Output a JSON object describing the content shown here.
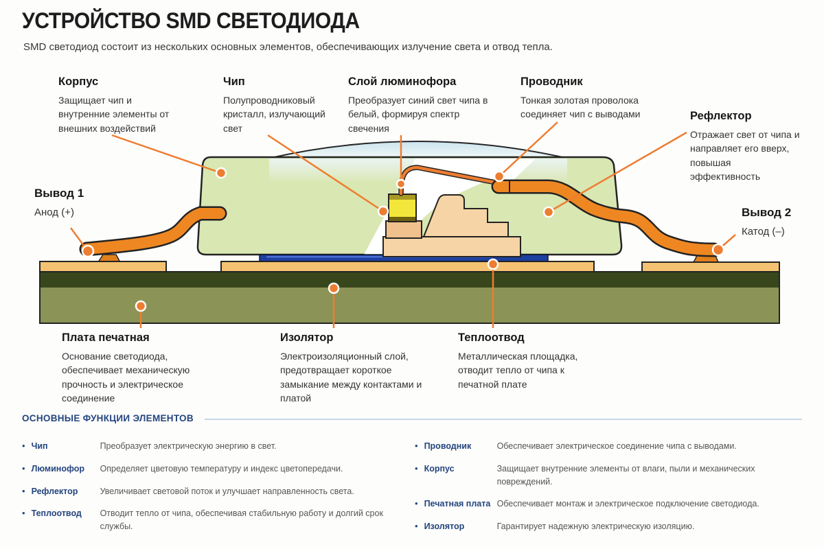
{
  "header": {
    "title": "УСТРОЙСТВО SMD СВЕТОДИОДА",
    "subtitle": "SMD светодиод состоит из нескольких основных элементов, обеспечивающих излучение света и отвод тепла."
  },
  "callouts": [
    {
      "id": "korpus",
      "title": "Корпус",
      "desc": "Защищает чип и внутренние элементы от внешних воздействий"
    },
    {
      "id": "chip",
      "title": "Чип",
      "desc": "Полупроводниковый кристалл, излучающий свет"
    },
    {
      "id": "phosphor",
      "title": "Слой люминофора",
      "desc": "Преобразует синий свет чипа в белый, формируя спектр свечения"
    },
    {
      "id": "wire",
      "title": "Проводник",
      "desc": "Тонкая золотая проволока соединяет чип с выводами"
    },
    {
      "id": "reflector",
      "title": "Рефлектор",
      "desc": "Отражает свет от чипа и направляет его вверх, повышая эффективность"
    },
    {
      "id": "lead1",
      "title": "Вывод 1",
      "desc": "Анод (+)"
    },
    {
      "id": "lead2",
      "title": "Вывод 2",
      "desc": "Катод (–)"
    },
    {
      "id": "pcb",
      "title": "Плата печатная",
      "desc": "Основание светодиода, обеспечивает механическую прочность и электрическое соединение"
    },
    {
      "id": "insulator",
      "title": "Изолятор",
      "desc": "Электроизоляционный слой, предотвращает короткое замыкание между контактами и платой"
    },
    {
      "id": "heatsink",
      "title": "Теплоотвод",
      "desc": "Металлическая площадка, отводит тепло от чипа к печатной плате"
    }
  ],
  "functions_section": {
    "heading": "ОСНОВНЫЕ ФУНКЦИИ ЭЛЕМЕНТОВ",
    "bullet": "•",
    "items": [
      {
        "term": "Чип",
        "desc": "Преобразует электрическую энергию в свет."
      },
      {
        "term": "Люминофор",
        "desc": "Определяет цветовую температуру и индекс цветопередачи."
      },
      {
        "term": "Рефлектор",
        "desc": "Увеличивает световой поток и улучшает направленность света."
      },
      {
        "term": "Теплоотвод",
        "desc": "Отводит тепло от чипа, обеспечивая стабильную работу и долгий срок службы."
      },
      {
        "term": "Проводник",
        "desc": "Обеспечивает электрическое соединение чипа с выводами."
      },
      {
        "term": "Корпус",
        "desc": "Защищает внутренние элементы от влаги, пыли и механических повреждений."
      },
      {
        "term": "Печатная плата",
        "desc": "Обеспечивает монтаж и электрическое подключение светодиода."
      },
      {
        "term": "Изолятор",
        "desc": "Гарантирует надежную электрическую изоляцию."
      }
    ]
  },
  "colors": {
    "accent_orange": "#ED7D31",
    "navy": "#24457E",
    "body_green": "#D9E7B2",
    "lens_blue": "#CBE4EF",
    "chip_yellow": "#F2E63B",
    "copper_lead": "#EE8722",
    "pad_tan": "#F4C272",
    "board_olive": "#8C9356",
    "board_dark_green": "#38471B",
    "insulator_blue": "#1D3F9E"
  }
}
